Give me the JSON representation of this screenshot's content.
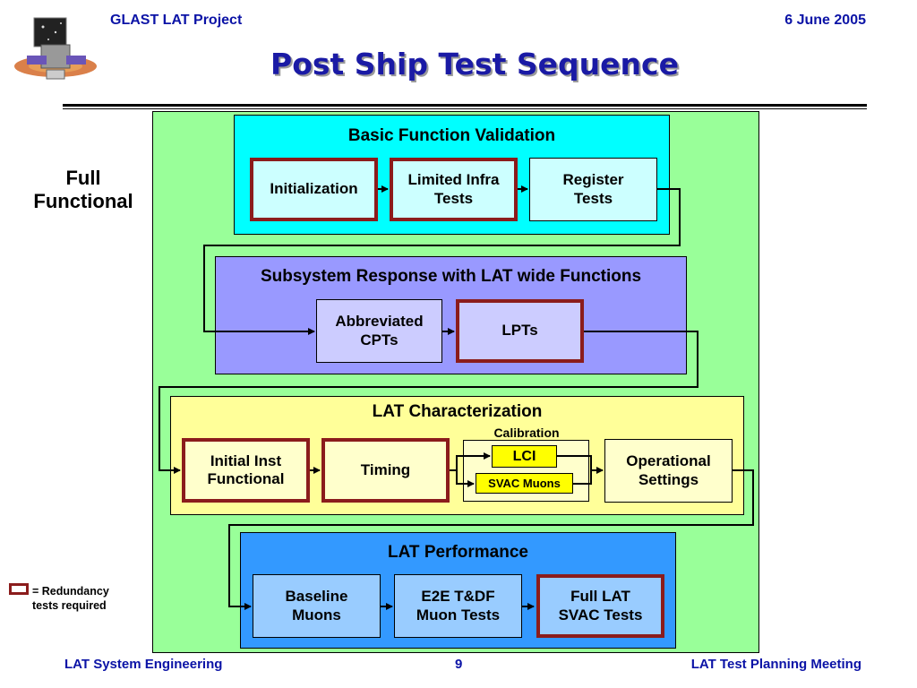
{
  "header": {
    "left": "GLAST LAT Project",
    "right": "6 June 2005"
  },
  "title": "Post Ship Test Sequence",
  "side_label": [
    "Full",
    "Functional"
  ],
  "legend": [
    "= Redundancy",
    "tests required"
  ],
  "sections": {
    "basic": {
      "title": "Basic Function Validation",
      "boxes": [
        "Initialization",
        "Limited Infra\nTests",
        "Register\nTests"
      ]
    },
    "subsystem": {
      "title": "Subsystem Response with LAT wide Functions",
      "boxes": [
        "Abbreviated\nCPTs",
        "LPTs"
      ]
    },
    "characterization": {
      "title": "LAT Characterization",
      "boxes": [
        "Initial Inst\nFunctional",
        "Timing",
        "Operational\nSettings"
      ],
      "calibration": {
        "label": "Calibration",
        "items": [
          "LCI",
          "SVAC Muons"
        ]
      }
    },
    "performance": {
      "title": "LAT Performance",
      "boxes": [
        "Baseline\nMuons",
        "E2E T&DF\nMuon Tests",
        "Full LAT\nSVAC Tests"
      ]
    }
  },
  "footer": {
    "left": "LAT System Engineering",
    "center": "9",
    "right": "LAT Test Planning Meeting"
  },
  "colors": {
    "outer_green": "#99ff99",
    "cyan": "#00ffff",
    "periwinkle": "#9999ff",
    "yellow": "#ffff99",
    "blue": "#3399ff",
    "box_fill": "#ccffff",
    "red_border": "#8b1c1c"
  }
}
